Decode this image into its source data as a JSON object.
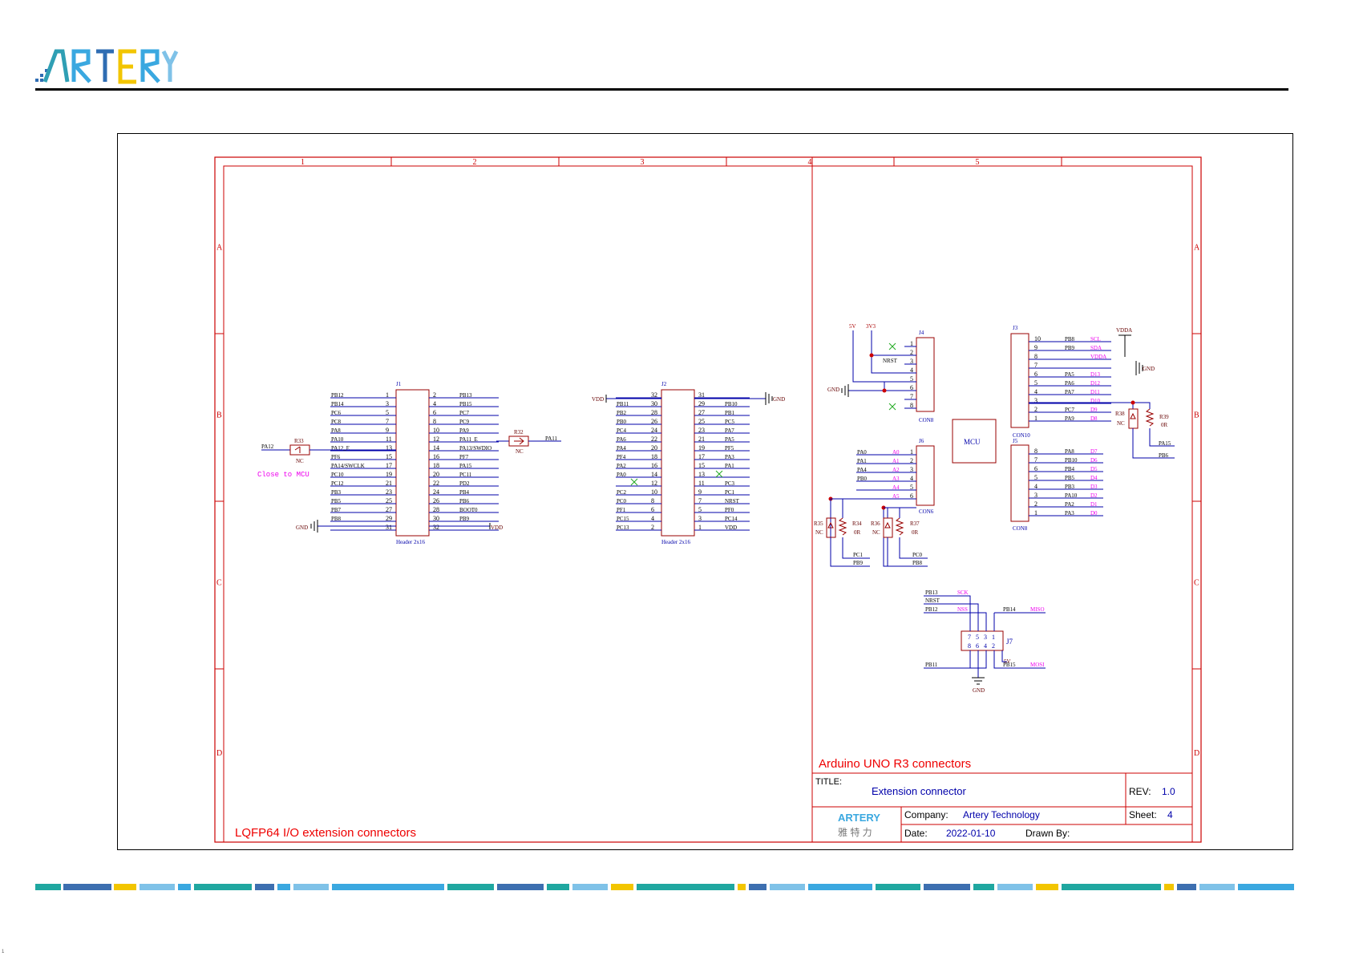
{
  "logo": {
    "text": "ARTERY",
    "colors": [
      "#2f6db3",
      "#3aa8e0",
      "#f2c500",
      "#7fc2e8",
      "#2f9fb4"
    ]
  },
  "schematic": {
    "columns": [
      "1",
      "2",
      "3",
      "4",
      "5"
    ],
    "rows": [
      "A",
      "B",
      "C",
      "D"
    ],
    "section_left_caption": "LQFP64 I/O extension connectors",
    "section_right_caption": "Arduino UNO R3 connectors",
    "close_to_mcu_note": "Close to MCU",
    "mcu_label": "MCU",
    "j1": {
      "ref": "J1",
      "footprint": "Header 2x16",
      "left": [
        [
          "PB12",
          "1"
        ],
        [
          "PB14",
          "3"
        ],
        [
          "PC6",
          "5"
        ],
        [
          "PC8",
          "7"
        ],
        [
          "PA8",
          "9"
        ],
        [
          "PA10",
          "11"
        ],
        [
          "PA12_E",
          "13"
        ],
        [
          "PF6",
          "15"
        ],
        [
          "PA14/SWCLK",
          "17"
        ],
        [
          "PC10",
          "19"
        ],
        [
          "PC12",
          "21"
        ],
        [
          "PB3",
          "23"
        ],
        [
          "PB5",
          "25"
        ],
        [
          "PB7",
          "27"
        ],
        [
          "PB8",
          "29"
        ],
        [
          "",
          "31"
        ]
      ],
      "right": [
        [
          "2",
          "PB13"
        ],
        [
          "4",
          "PB15"
        ],
        [
          "6",
          "PC7"
        ],
        [
          "8",
          "PC9"
        ],
        [
          "10",
          "PA9"
        ],
        [
          "12",
          "PA11_E"
        ],
        [
          "14",
          "PA13/SWDIO"
        ],
        [
          "16",
          "PF7"
        ],
        [
          "18",
          "PA15"
        ],
        [
          "20",
          "PC11"
        ],
        [
          "22",
          "PD2"
        ],
        [
          "24",
          "PB4"
        ],
        [
          "26",
          "PB6"
        ],
        [
          "28",
          "BOOT0"
        ],
        [
          "30",
          "PB9"
        ],
        [
          "32",
          ""
        ]
      ],
      "gnd": "GND",
      "vdd": "VDD"
    },
    "r33": {
      "ref": "R33",
      "val": "NC",
      "net": "PA12"
    },
    "r32": {
      "ref": "R32",
      "val": "NC",
      "net": "PA11"
    },
    "j2": {
      "ref": "J2",
      "footprint": "Header 2x16",
      "left": [
        [
          "",
          "32"
        ],
        [
          "PB11",
          "30"
        ],
        [
          "PB2",
          "28"
        ],
        [
          "PB0",
          "26"
        ],
        [
          "PC4",
          "24"
        ],
        [
          "PA6",
          "22"
        ],
        [
          "PA4",
          "20"
        ],
        [
          "PF4",
          "18"
        ],
        [
          "PA2",
          "16"
        ],
        [
          "PA0",
          "14"
        ],
        [
          "",
          "12"
        ],
        [
          "PC2",
          "10"
        ],
        [
          "PC0",
          "8"
        ],
        [
          "PF1",
          "6"
        ],
        [
          "PC15",
          "4"
        ],
        [
          "PC13",
          "2"
        ]
      ],
      "right": [
        [
          "31",
          ""
        ],
        [
          "29",
          "PB10"
        ],
        [
          "27",
          "PB1"
        ],
        [
          "25",
          "PC5"
        ],
        [
          "23",
          "PA7"
        ],
        [
          "21",
          "PA5"
        ],
        [
          "19",
          "PF5"
        ],
        [
          "17",
          "PA3"
        ],
        [
          "15",
          "PA1"
        ],
        [
          "13",
          ""
        ],
        [
          "11",
          "PC3"
        ],
        [
          "9",
          "PC1"
        ],
        [
          "7",
          "NRST"
        ],
        [
          "5",
          "PF0"
        ],
        [
          "3",
          "PC14"
        ],
        [
          "1",
          "VDD"
        ]
      ],
      "vdd": "VDD",
      "gnd": "GND"
    },
    "j4": {
      "ref": "J4",
      "footprint": "CON8",
      "pins": [
        "1",
        "2",
        "3",
        "4",
        "5",
        "6",
        "7",
        "8"
      ],
      "labels": {
        "v5": "5V",
        "v3": "3V3",
        "nrst": "NRST",
        "gnd": "GND"
      }
    },
    "j6": {
      "ref": "J6",
      "footprint": "CON6",
      "pins": [
        "1",
        "2",
        "3",
        "4",
        "5",
        "6"
      ],
      "nets": [
        "PA0",
        "PA1",
        "PA4",
        "PB0",
        "",
        ""
      ],
      "signals": [
        "A0",
        "A1",
        "A2",
        "A3",
        "A4",
        "A5"
      ]
    },
    "j3": {
      "ref": "J3",
      "footprint": "CON10",
      "pins": [
        "10",
        "9",
        "8",
        "7",
        "6",
        "5",
        "4",
        "3",
        "2",
        "1"
      ],
      "nets": [
        "PB8",
        "PB9",
        "",
        "",
        "PA5",
        "PA6",
        "PA7",
        "",
        "PC7",
        "PA9"
      ],
      "signals": [
        "SCL",
        "SDA",
        "VDDA",
        "",
        "D13",
        "D12",
        "D11",
        "D10",
        "D9",
        "D8"
      ],
      "vdda": "VDDA",
      "gnd": "GND"
    },
    "j5": {
      "ref": "J5",
      "footprint": "CON8",
      "pins": [
        "8",
        "7",
        "6",
        "5",
        "4",
        "3",
        "2",
        "1"
      ],
      "nets": [
        "PA8",
        "PB10",
        "PB4",
        "PB5",
        "PB3",
        "PA10",
        "PA2",
        "PA3"
      ],
      "signals": [
        "D7",
        "D6",
        "D5",
        "D4",
        "D3",
        "D2",
        "D1",
        "D0"
      ]
    },
    "r38": {
      "ref": "R38",
      "val": "NC"
    },
    "r39": {
      "ref": "R39",
      "val": "0R"
    },
    "r38_nets": [
      "PA15",
      "PB6"
    ],
    "r35": {
      "ref": "R35",
      "val": "NC"
    },
    "r34": {
      "ref": "R34",
      "val": "0R"
    },
    "r36": {
      "ref": "R36",
      "val": "NC"
    },
    "r37": {
      "ref": "R37",
      "val": "0R"
    },
    "r34_nets": [
      "PC1",
      "PB9"
    ],
    "r37_nets": [
      "PC0",
      "PB8"
    ],
    "j7": {
      "ref": "J7",
      "left_nets": [
        "PB13",
        "NRST",
        "PB12",
        "PB11"
      ],
      "left_signals": [
        "SCK",
        "",
        "NSS",
        ""
      ],
      "right_nets": [
        "PB14",
        "PB15"
      ],
      "right_signals": [
        "MISO",
        "MOSI"
      ],
      "pins_top": [
        "7",
        "5",
        "3",
        "1"
      ],
      "pins_bottom": [
        "8",
        "6",
        "4",
        "2"
      ],
      "gnd": "GND",
      "v5": "5V"
    },
    "title_block": {
      "title_label": "TITLE:",
      "title": "Extension connector",
      "rev_label": "REV:",
      "rev": "1.0",
      "company_label": "Company:",
      "company": "Artery Technology",
      "sheet_label": "Sheet:",
      "sheet": "4",
      "date_label": "Date:",
      "date": "2022-01-10",
      "drawn_label": "Drawn By:",
      "logo_text": "ARTERY",
      "logo_cn": "雅 特 力"
    }
  },
  "footer_colors": [
    "#1fa7a0",
    "#3d6fb0",
    "#f2c500",
    "#7fc2e8",
    "#3aa8e0"
  ],
  "page_number": "1"
}
